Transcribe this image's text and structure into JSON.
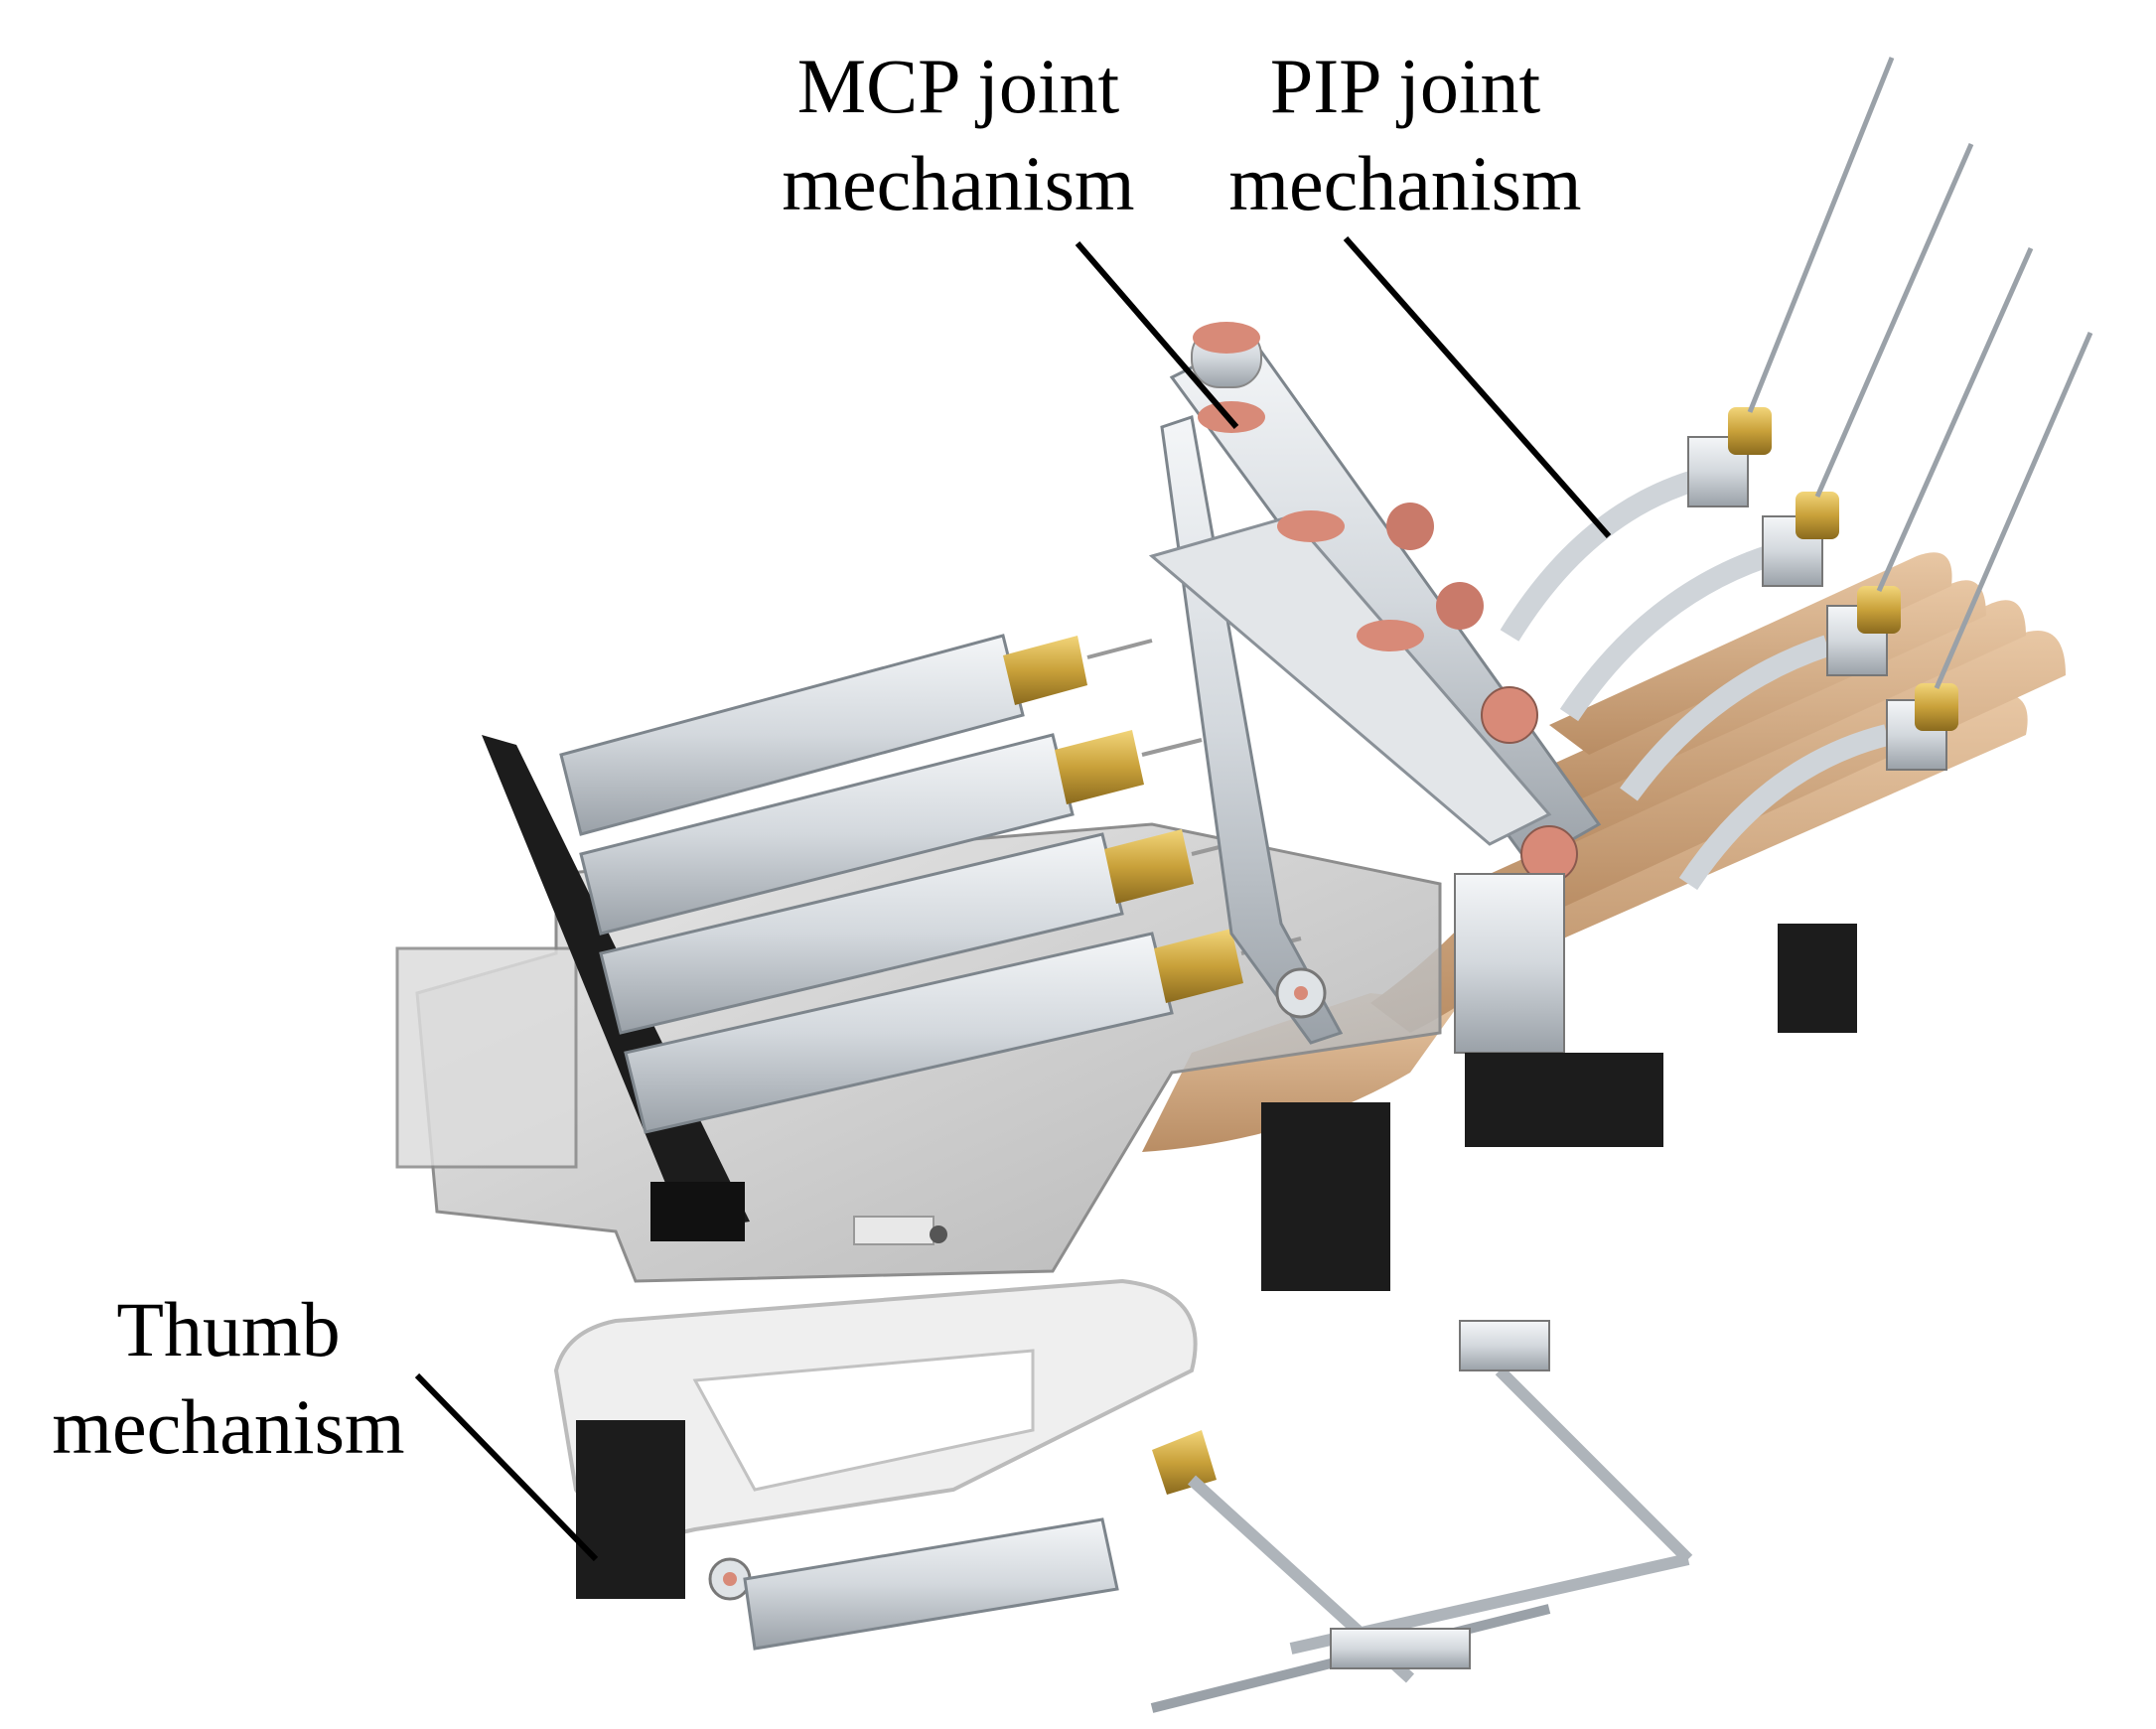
{
  "labels": {
    "mcp": {
      "line1": "MCP joint",
      "line2": "mechanism"
    },
    "pip": {
      "line1": "PIP joint",
      "line2": "mechanism"
    },
    "thumb": {
      "line1": "Thumb",
      "line2": "mechanism"
    }
  },
  "colors": {
    "aluminum": "#d9dde2",
    "aluminum_dark": "#9aa1a8",
    "brass": "#c9a13a",
    "copper": "#d88a78",
    "skin": "#d9b48f",
    "black_part": "#1c1c1c",
    "translucent_plate": "#c8c8c8"
  }
}
